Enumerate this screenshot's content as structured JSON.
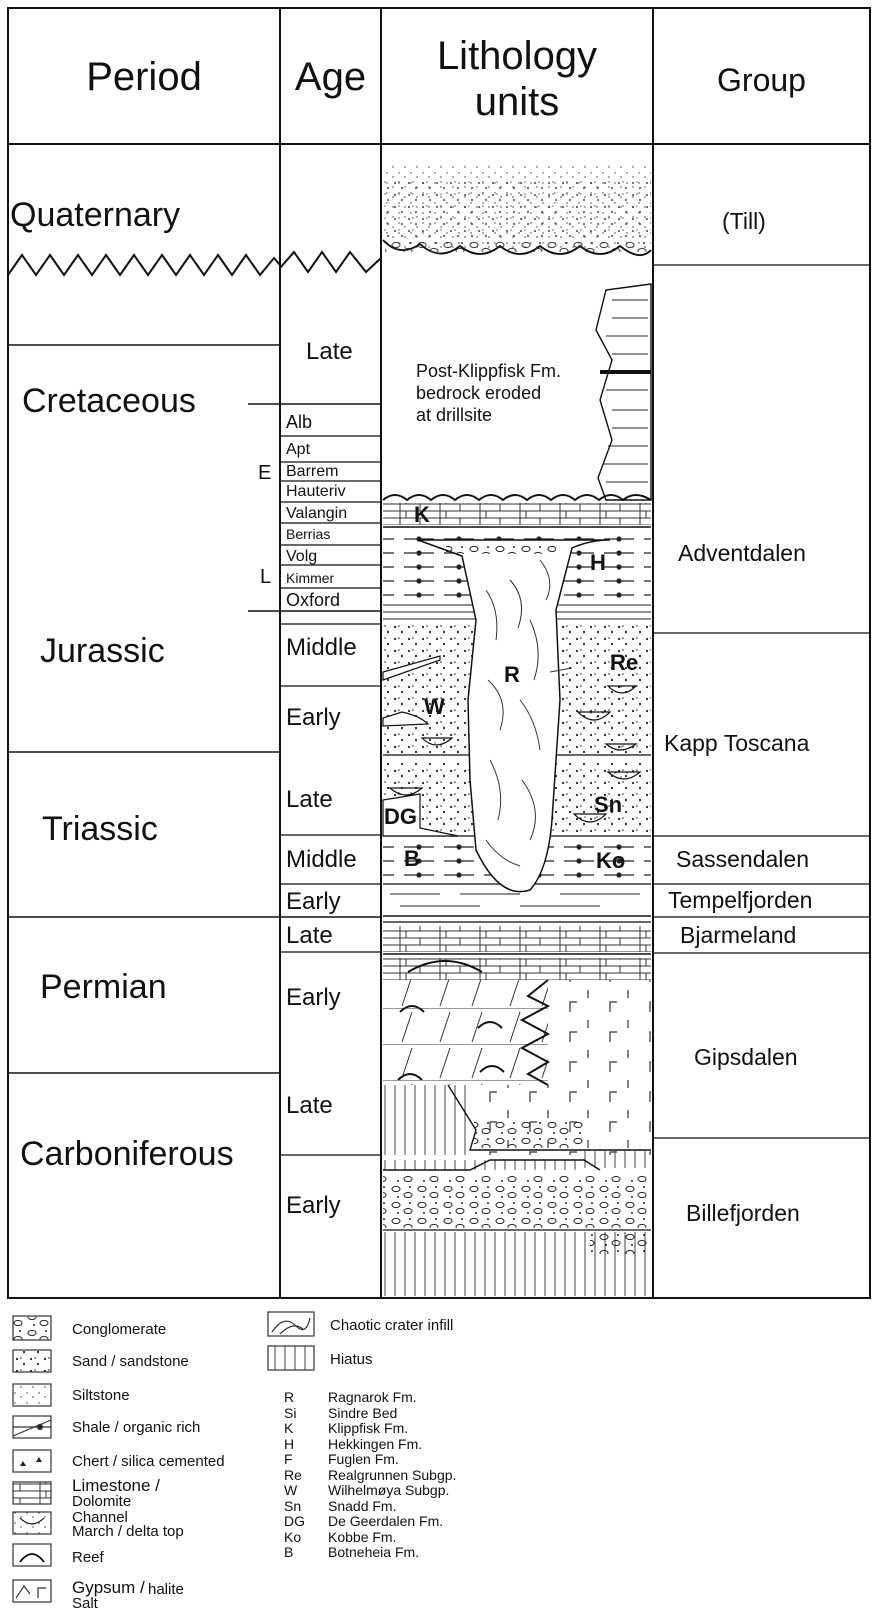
{
  "headers": {
    "period": "Period",
    "age": "Age",
    "lithology_line1": "Lithology",
    "lithology_line2": "units",
    "group": "Group"
  },
  "periods": [
    "Quaternary",
    "Cretaceous",
    "Jurassic",
    "Triassic",
    "Permian",
    "Carboniferous"
  ],
  "ages": {
    "cret_late": "Late",
    "alb": "Alb",
    "apt": "Apt",
    "barrem": "Barrem",
    "hauteriv": "Hauteriv",
    "valangin": "Valangin",
    "berrias": "Berrias",
    "e_marker": "E",
    "volg": "Volg",
    "kimmer": "Kimmer",
    "oxford": "Oxford",
    "l_marker": "L",
    "jur_middle": "Middle",
    "jur_early": "Early",
    "tri_late": "Late",
    "tri_middle": "Middle",
    "tri_early": "Early",
    "perm_late": "Late",
    "perm_early": "Early",
    "carb_late": "Late",
    "carb_early": "Early"
  },
  "groups": [
    "(Till)",
    "Adventdalen",
    "Kapp Toscana",
    "Sassendalen",
    "Tempelfjorden",
    "Bjarmeland",
    "Gipsdalen",
    "Billefjorden"
  ],
  "units": {
    "K": "K",
    "H": "H",
    "R": "R",
    "Re": "Re",
    "W": "W",
    "DG": "DG",
    "Sn": "Sn",
    "B": "B",
    "Ko": "Ko"
  },
  "note": {
    "line1": "Post-Klippfisk Fm.",
    "line2": "bedrock eroded",
    "line3": "at drillsite"
  },
  "legend": {
    "conglomerate": "Conglomerate",
    "sand": "Sand / sandstone",
    "siltstone": "Siltstone",
    "shale": "Shale / organic rich",
    "chert": "Chert / silica cemented",
    "limestone_1": "Limestone  /",
    "limestone_2": "Dolomite",
    "channel_1": "Channel",
    "channel_2": "March / delta top",
    "reef": "Reef",
    "gypsum_1": "Gypsum /",
    "gypsum_halite": "halite",
    "gypsum_2": "Salt",
    "chaotic": "Chaotic crater infill",
    "hiatus": "Hiatus"
  },
  "abbreviations": [
    {
      "code": "R",
      "name": "Ragnarok Fm."
    },
    {
      "code": "Si",
      "name": "Sindre Bed"
    },
    {
      "code": "K",
      "name": "Klippfisk Fm."
    },
    {
      "code": "H",
      "name": "Hekkingen Fm."
    },
    {
      "code": "F",
      "name": "Fuglen Fm."
    },
    {
      "code": "Re",
      "name": "Realgrunnen Subgp."
    },
    {
      "code": "W",
      "name": "Wilhelmøya Subgp."
    },
    {
      "code": "Sn",
      "name": "Snadd Fm."
    },
    {
      "code": "DG",
      "name": "De Geerdalen Fm."
    },
    {
      "code": "Ko",
      "name": "Kobbe Fm."
    },
    {
      "code": "B",
      "name": "Botneheia Fm."
    }
  ]
}
